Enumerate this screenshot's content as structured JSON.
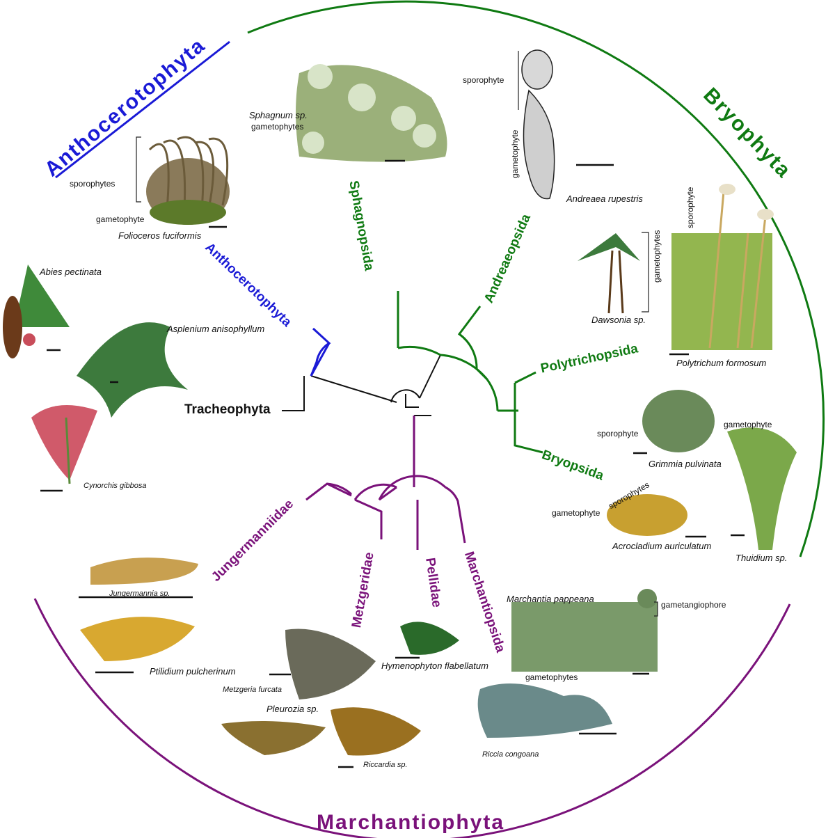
{
  "colors": {
    "anthocerotophyta": "#1a1ad6",
    "bryophyta": "#0f7a12",
    "marchantiophyta": "#7a127a",
    "tracheophyta": "#111111"
  },
  "phyla": {
    "anthocerotophyta": "Anthocerotophyta",
    "bryophyta": "Bryophyta",
    "marchantiophyta": "Marchantiophyta"
  },
  "clades": {
    "anthocerotophyta": "Anthocerotophyta",
    "tracheophyta": "Tracheophyta",
    "sphagnopsida": "Sphagnopsida",
    "andreaeopsida": "Andreaeopsida",
    "polytrichopsida": "Polytrichopsida",
    "bryopsida": "Bryopsida",
    "jungermanniidae": "Jungermanniidae",
    "metzgeridae": "Metzgeridae",
    "pellidae": "Pellidae",
    "marchantiopsida": "Marchantiopsida"
  },
  "species": {
    "folioceros": "Folioceros fuciformis",
    "abies": "Abies pectinata",
    "asplenium": "Asplenium anisophyllum",
    "cynorchis": "Cynorchis gibbosa",
    "sphagnum": "Sphagnum sp.",
    "andreaea": "Andreaea rupestris",
    "dawsonia": "Dawsonia sp.",
    "polytrichum": "Polytrichum formosum",
    "grimmia": "Grimmia pulvinata",
    "acrocladium": "Acrocladium auriculatum",
    "thuidium": "Thuidium sp.",
    "jungermannia": "Jungermannia sp.",
    "ptilidium": "Ptilidium pulcherinum",
    "metzgeria": "Metzgeria furcata",
    "pleurozia": "Pleurozia sp.",
    "riccardia": "Riccardia sp.",
    "hymenophyton": "Hymenophyton flabellatum",
    "marchantia": "Marchantia pappeana",
    "riccia": "Riccia congoana"
  },
  "parts": {
    "sporophytes_antho": "sporophytes",
    "gametophyte_antho": "gametophyte",
    "gametophytes_sphagnum": "gametophytes",
    "sporophyte_andreaea": "sporophyte",
    "gametophyte_andreaea": "gametophyte",
    "gametophytes_dawsonia": "gametophytes",
    "sporophyte_polytrichum": "sporophyte",
    "sporophyte_grimmia": "sporophyte",
    "gametophyte_thuidium": "gametophyte",
    "sporophytes_acrocladium": "sporophytes",
    "gametophyte_acrocladium": "gametophyte",
    "gametangiophore": "gametangiophore",
    "gametophytes_marchantia": "gametophytes"
  }
}
